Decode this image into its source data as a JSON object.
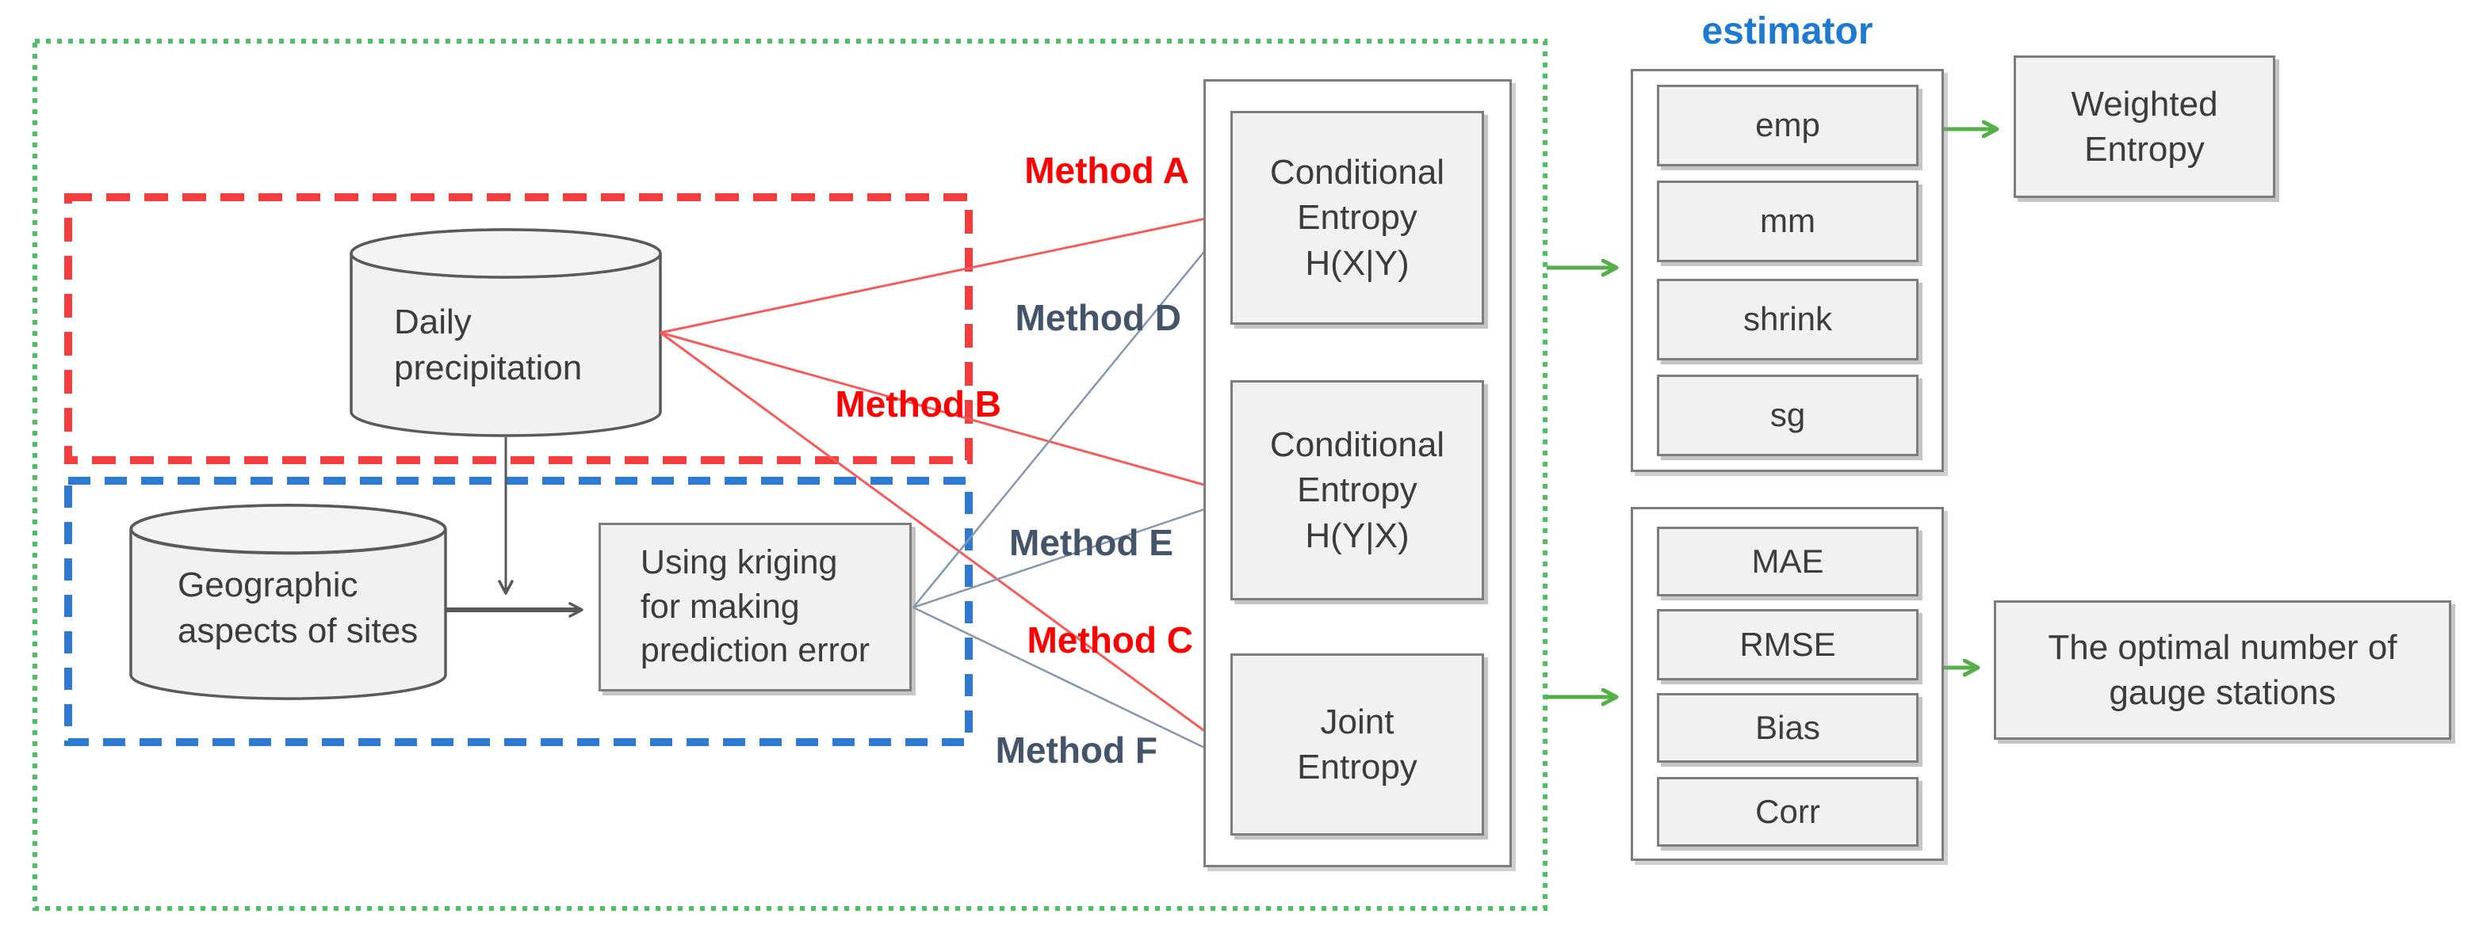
{
  "nodes": {
    "daily_precipitation": "Daily\nprecipitation",
    "geographic_aspects": "Geographic\naspects of sites",
    "kriging": "Using kriging\nfor making\nprediction error",
    "conditional_entropy_xy": "Conditional\nEntropy\nH(X|Y)",
    "conditional_entropy_yx": "Conditional\nEntropy\nH(Y|X)",
    "joint_entropy": "Joint\nEntropy",
    "weighted_entropy": "Weighted\nEntropy",
    "optimal_number": "The optimal number of\ngauge stations"
  },
  "methods": [
    {
      "label": "Method A",
      "group": "precipitation-based"
    },
    {
      "label": "Method B",
      "group": "precipitation-based"
    },
    {
      "label": "Method C",
      "group": "precipitation-based"
    },
    {
      "label": "Method D",
      "group": "kriging-based"
    },
    {
      "label": "Method E",
      "group": "kriging-based"
    },
    {
      "label": "Method F",
      "group": "kriging-based"
    }
  ],
  "estimator": {
    "title": "estimator",
    "items": [
      "emp",
      "mm",
      "shrink",
      "sg"
    ]
  },
  "metrics": {
    "items": [
      "MAE",
      "RMSE",
      "Bias",
      "Corr"
    ]
  },
  "colors": {
    "green_border": "#4bc164",
    "red_border": "#f43d3c",
    "blue_border": "#2e7ad3",
    "red_line": "#f65b5b",
    "slate_line": "#8496b0",
    "green_arrow": "#55ae47",
    "method_red": "#ff0000",
    "method_slate": "#44546a",
    "estimator_blue": "#1e7ad0"
  }
}
